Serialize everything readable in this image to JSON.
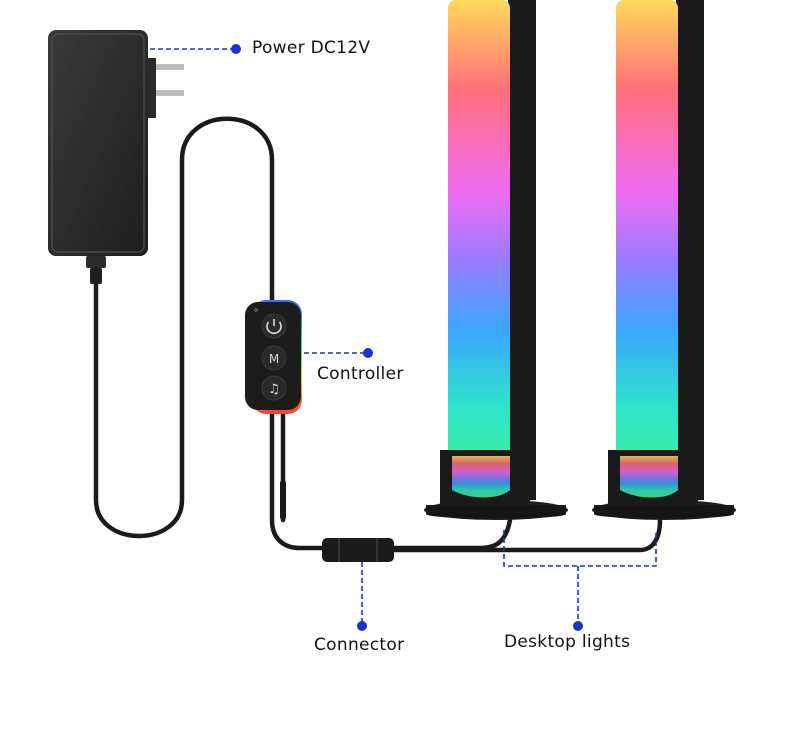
{
  "labels": {
    "power": "Power DC12V",
    "controller": "Controller",
    "connector": "Connector",
    "desktop_lights": "Desktop lights"
  },
  "controller_buttons": {
    "mode": "M"
  },
  "colors": {
    "callout": "#1a33cc",
    "device_body": "#1b1b1b",
    "background": "#ffffff",
    "light_gradient": [
      "#ffd95a",
      "#ff6f7a",
      "#f06cf0",
      "#9a7bff",
      "#3aa6ff",
      "#2ee6c8",
      "#46ee8a"
    ]
  }
}
